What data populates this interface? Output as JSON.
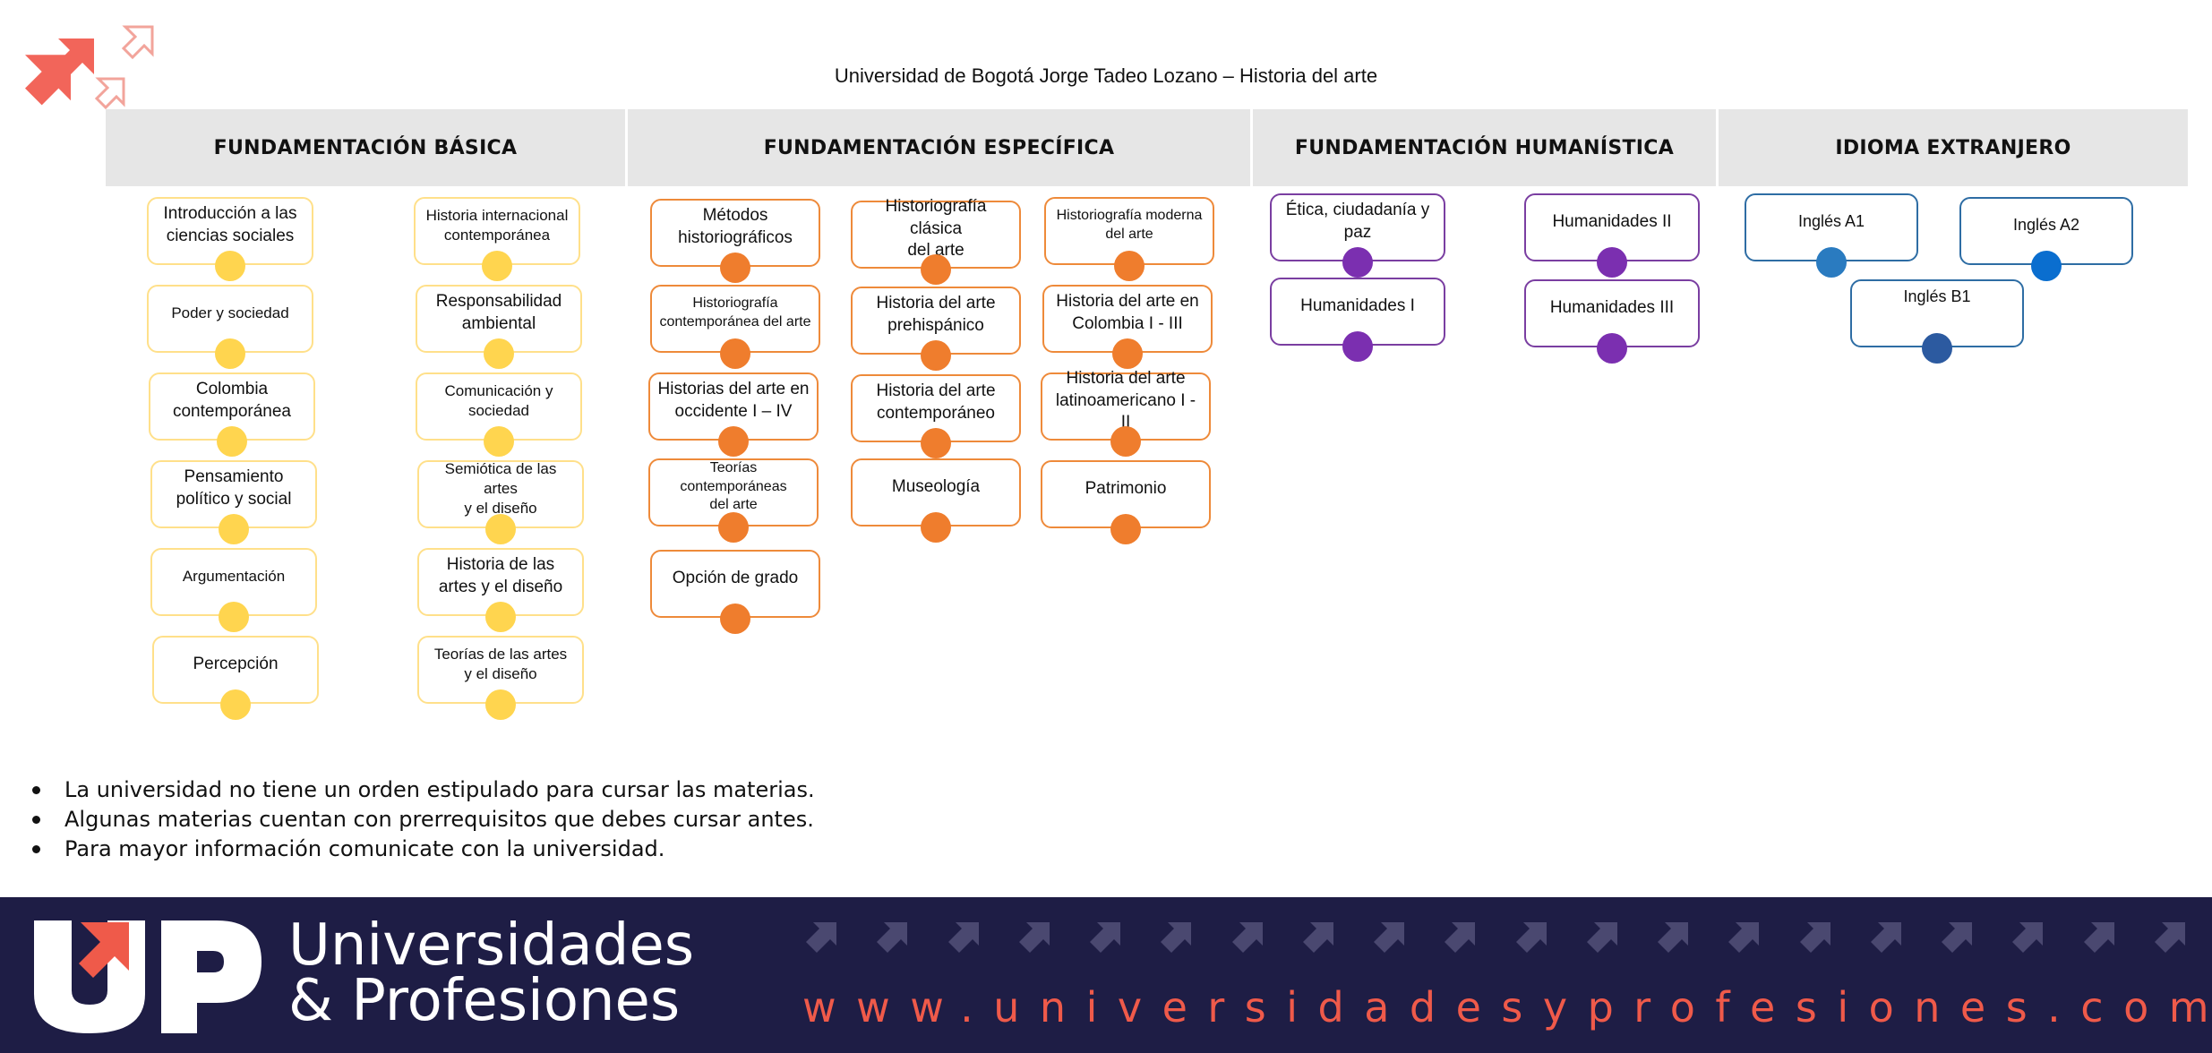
{
  "document": {
    "title": "Universidad de Bogotá Jorge Tadeo Lozano – Historia del arte"
  },
  "headers": [
    "FUNDAMENTACIÓN BÁSICA",
    "FUNDAMENTACIÓN ESPECÍFICA",
    "FUNDAMENTACIÓN HUMANÍSTICA",
    "IDIOMA EXTRANJERO"
  ],
  "colors": {
    "basica": "#ffd54f",
    "especifica": "#ef7d2d",
    "humanistica": "#7b2fb0",
    "idioma_a1": "#2a7bc0",
    "idioma_a2": "#0a6ecf",
    "idioma_b1": "#2c5aa0",
    "footer_bg": "#1e1d45",
    "accent": "#ef5a4a"
  },
  "courses": {
    "basica": [
      "Introducción a las\nciencias sociales",
      "Historia internacional\ncontemporánea",
      "Poder y sociedad",
      "Responsabilidad\nambiental",
      "Colombia\ncontemporánea",
      "Comunicación y\nsociedad",
      "Pensamiento\npolítico y social",
      "Semiótica de las artes\ny el diseño",
      "Argumentación",
      "Historia de las\nartes y el diseño",
      "Percepción",
      "Teorías de las artes\ny el diseño"
    ],
    "especifica": [
      "Métodos\nhistoriográficos",
      "Historiografía clásica\ndel arte",
      "Historiografía moderna\ndel arte",
      "Historiografía\ncontemporánea del arte",
      "Historia del arte\nprehispánico",
      "Historia del arte en\nColombia I - III",
      "Historias del arte en\noccidente  I – IV",
      "Historia del arte\ncontemporáneo",
      "Historia del arte\nlatinoamericano I - II",
      "Teorías contemporáneas\ndel arte",
      "Museología",
      "Patrimonio",
      "Opción de grado"
    ],
    "humanistica": [
      "Ética, ciudadanía y\npaz",
      "Humanidades II",
      "Humanidades I",
      "Humanidades III"
    ],
    "idioma": [
      "Inglés A1",
      "Inglés A2",
      "Inglés B1"
    ]
  },
  "notes": [
    "La universidad no tiene un orden estipulado para cursar las materias.",
    "Algunas materias cuentan con prerrequisitos que debes cursar antes.",
    "Para mayor información comunicate con la universidad."
  ],
  "footer": {
    "brand_line1": "Universidades",
    "brand_line2": "& Profesiones",
    "logo_icon": "up-logo-icon",
    "website": "www.universidadesyprofesiones.com"
  }
}
